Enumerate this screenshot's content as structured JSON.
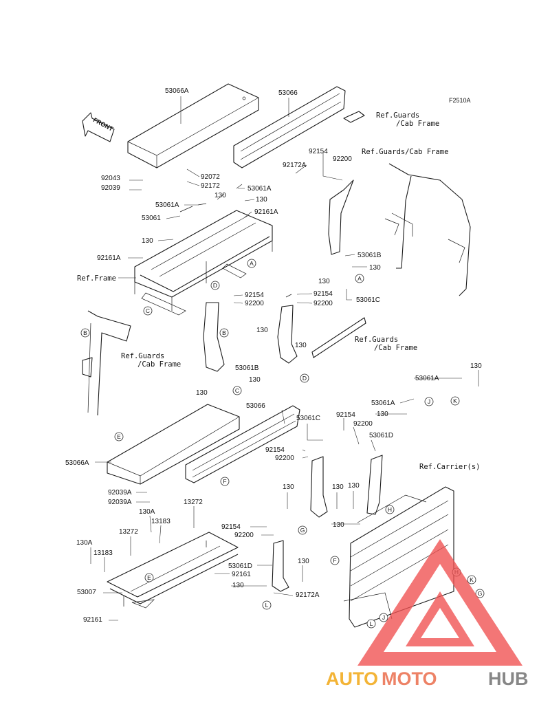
{
  "figure_code": "F2510A",
  "front_label": "FRONT",
  "labels": {
    "l53066A_top": "53066A",
    "l53066_top": "53066",
    "l92043": "92043",
    "l92039": "92039",
    "l92072": "92072",
    "l92172": "92172",
    "l53061A_1": "53061A",
    "l130_1": "130",
    "l92161A_1": "92161A",
    "l53061A_2": "53061A",
    "l130_2": "130",
    "l53061": "53061",
    "l130_3": "130",
    "l92161A_2": "92161A",
    "l92154_1": "92154",
    "l92200_1": "92200",
    "l92172A_1": "92172A",
    "l53061B_1": "53061B",
    "l130_4": "130",
    "l130_5": "130",
    "l92154_2": "92154",
    "l92200_2": "92200",
    "l53061C_1": "53061C",
    "l92154_3": "92154",
    "l92200_3": "92200",
    "l130_6": "130",
    "l130_7": "130",
    "l53061B_2": "53061B",
    "l130_8": "130",
    "l130_9": "130",
    "l53061A_3": "53061A",
    "l130_10": "130",
    "l53061A_4": "53061A",
    "l130_11": "130",
    "l92154_4": "92154",
    "l92200_4": "92200",
    "l53061D_1": "53061D",
    "l53066_b": "53066",
    "l53061C_2": "53061C",
    "l92154_5": "92154",
    "l92200_5": "92200",
    "l53066A_b": "53066A",
    "l92039A_1": "92039A",
    "l92039A_2": "92039A",
    "l130A_1": "130A",
    "l13272_1": "13272",
    "l13183_1": "13183",
    "l13272_2": "13272",
    "l130_12": "130",
    "l130_13": "130",
    "l130_14": "130",
    "l130_15": "130",
    "l92154_6": "92154",
    "l92200_6": "92200",
    "l130A_2": "130A",
    "l13183_2": "13183",
    "l53061D_2": "53061D",
    "l130_16": "130",
    "l92161_1": "92161",
    "l130_17": "130",
    "l92172A_2": "92172A",
    "l53007": "53007",
    "l92161_2": "92161"
  },
  "refs": {
    "ref_guards_cab_1a": "Ref.Guards",
    "ref_guards_cab_1b": "/Cab Frame",
    "ref_guards_cab_2": "Ref.Guards/Cab Frame",
    "ref_frame": "Ref.Frame",
    "ref_guards_cab_3a": "Ref.Guards",
    "ref_guards_cab_3b": "/Cab Frame",
    "ref_guards_cab_4a": "Ref.Guards",
    "ref_guards_cab_4b": "/Cab Frame",
    "ref_carrier": "Ref.Carrier(s)"
  },
  "callouts": {
    "A1": "A",
    "A2": "A",
    "B1": "B",
    "B2": "B",
    "C1": "C",
    "C2": "C",
    "D1": "D",
    "D2": "D",
    "E1": "E",
    "E2": "E",
    "F1": "F",
    "F2": "F",
    "G1": "G",
    "G2": "G",
    "H1": "H",
    "H2": "H",
    "J1": "J",
    "J2": "J",
    "K1": "K",
    "K2": "K",
    "L1": "L",
    "L2": "L"
  },
  "watermark": {
    "part1": "AUTO",
    "part2": "MOTO",
    "part3": "HUB",
    "color1": "#f0a000",
    "color2": "#e8603c",
    "color3": "#666666",
    "triangle_color": "#f05050"
  }
}
